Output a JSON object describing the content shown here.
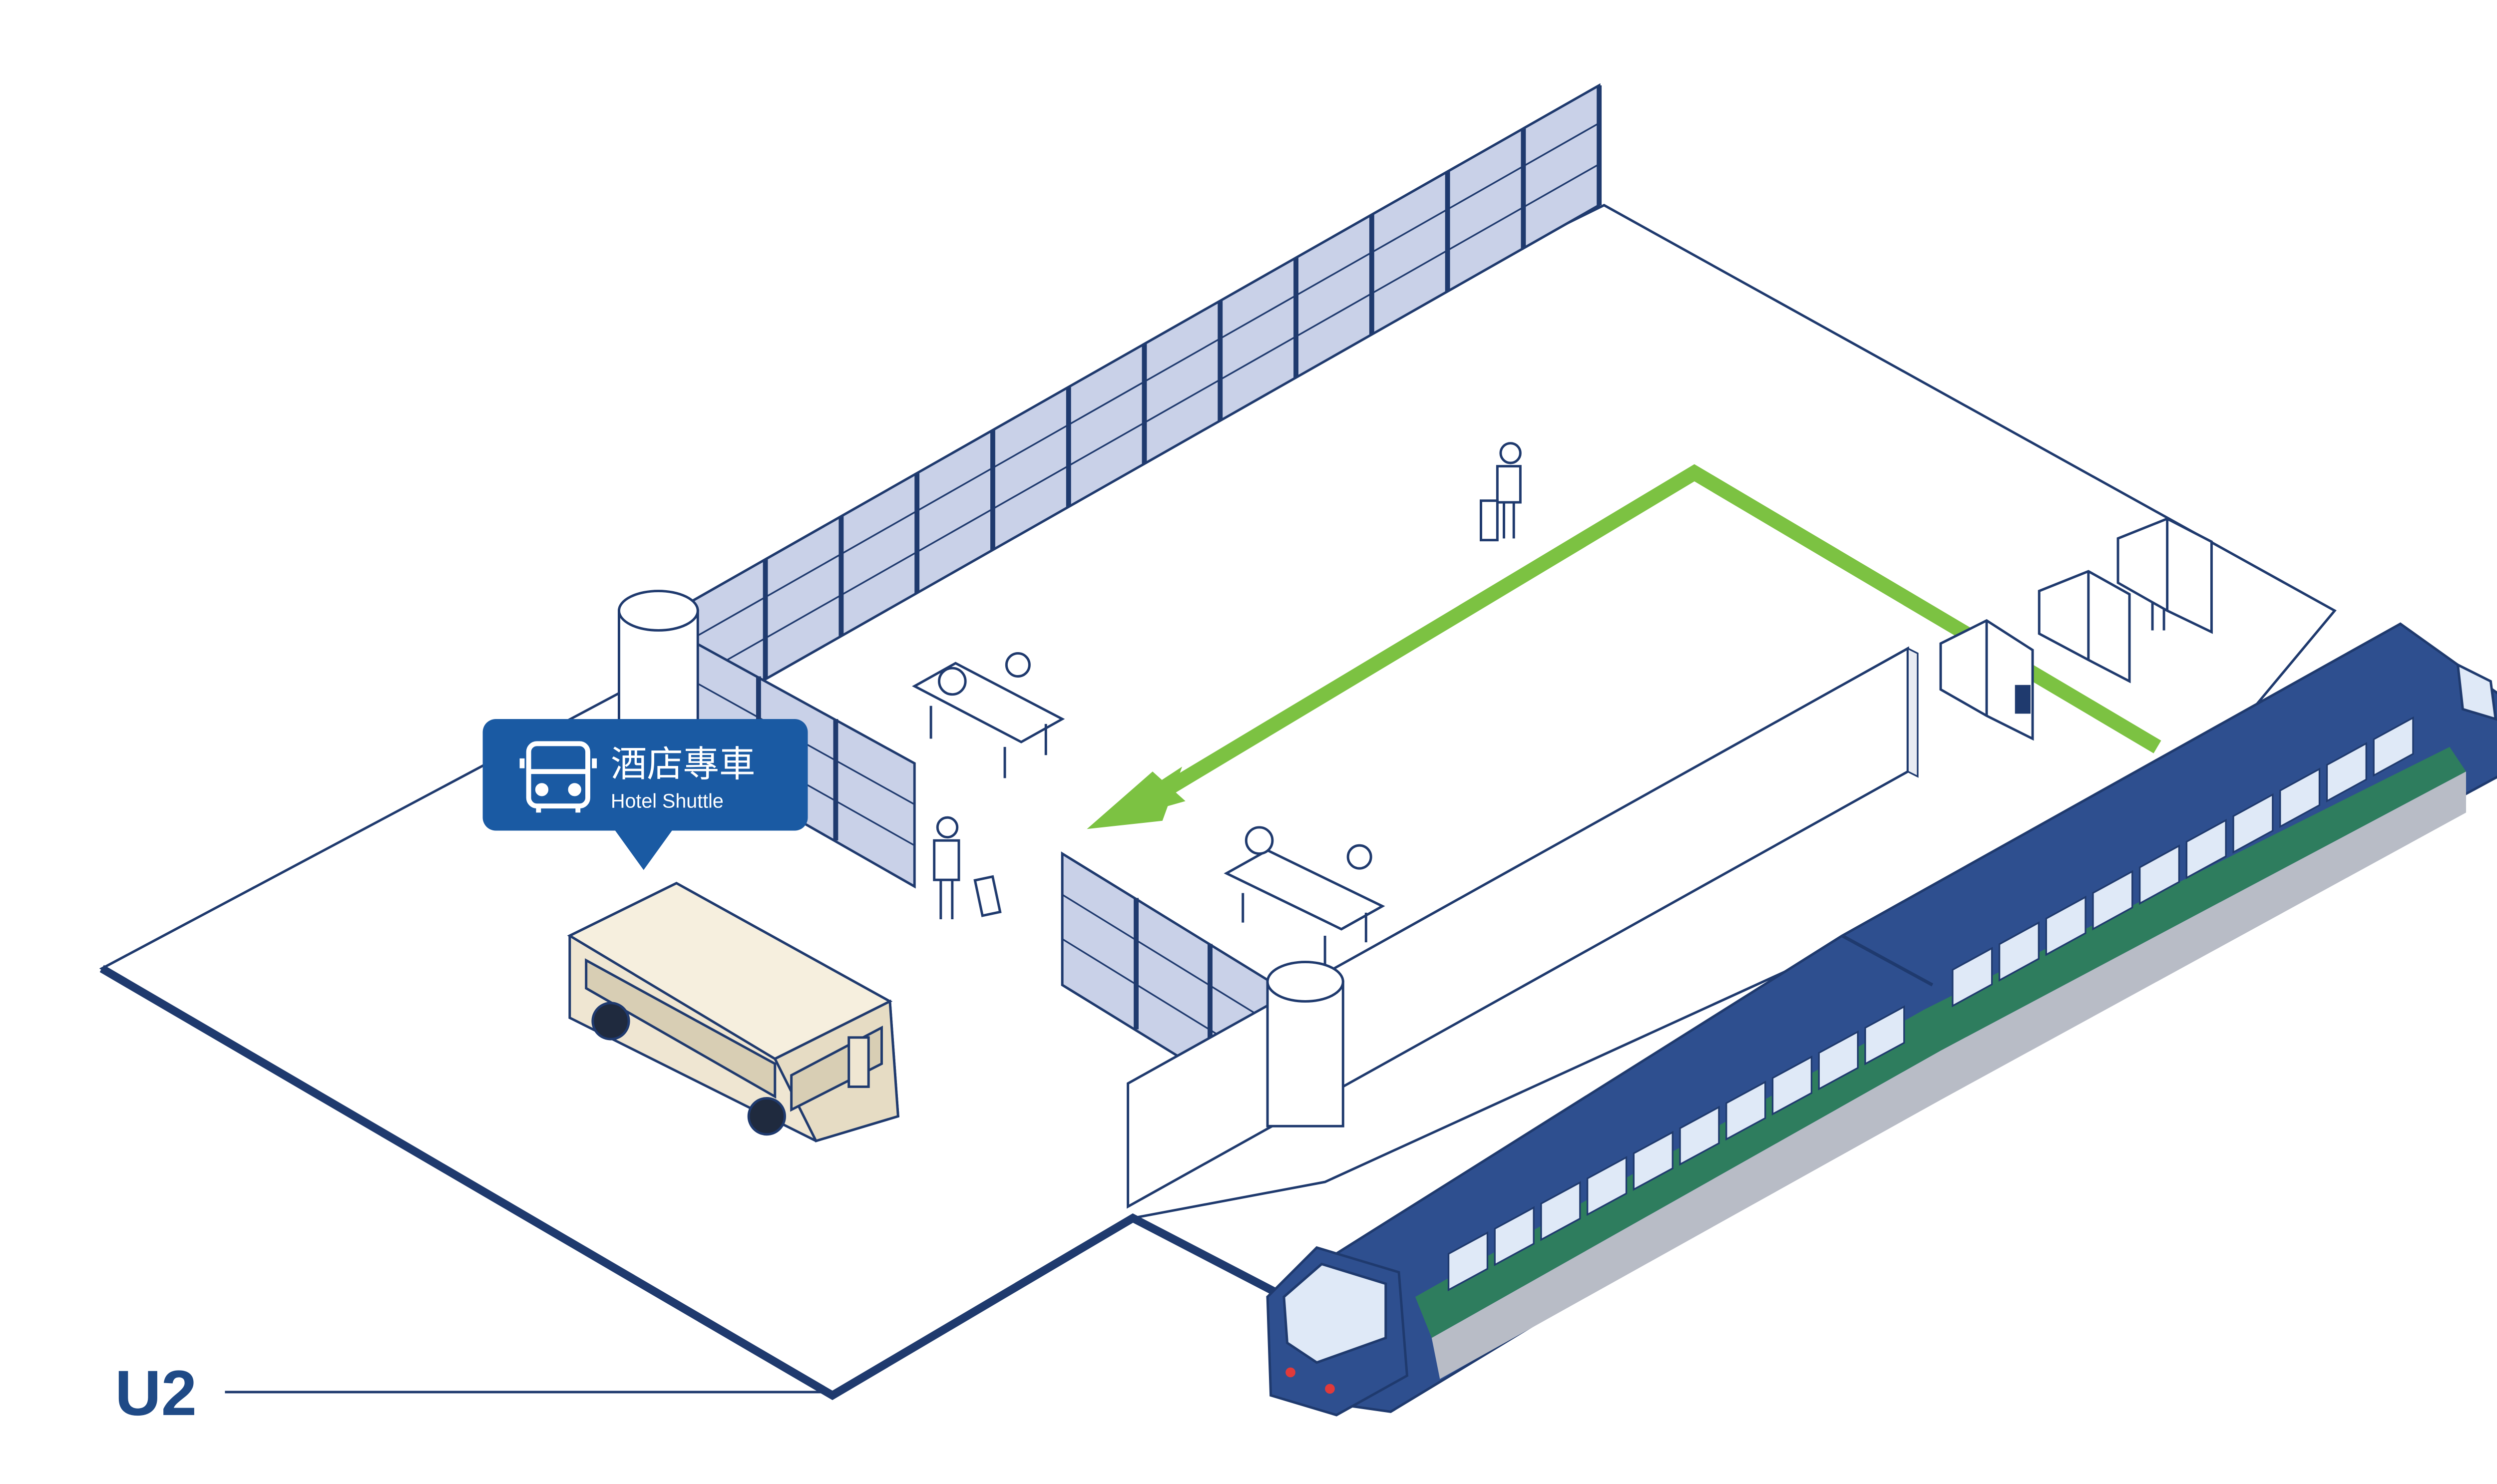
{
  "sign": {
    "title_cn": "酒店專車",
    "title_en": "Hotel Shuttle",
    "icon": "bus-icon"
  },
  "level": {
    "label": "U2"
  },
  "colors": {
    "navy": "#1f3a6e",
    "sign_blue": "#1a5aa3",
    "route_green": "#7cc242",
    "train_blue": "#2e4f8f",
    "train_green": "#2e7d5e",
    "glass": "#c9d1e8",
    "shuttle_body": "#efe6d2"
  }
}
